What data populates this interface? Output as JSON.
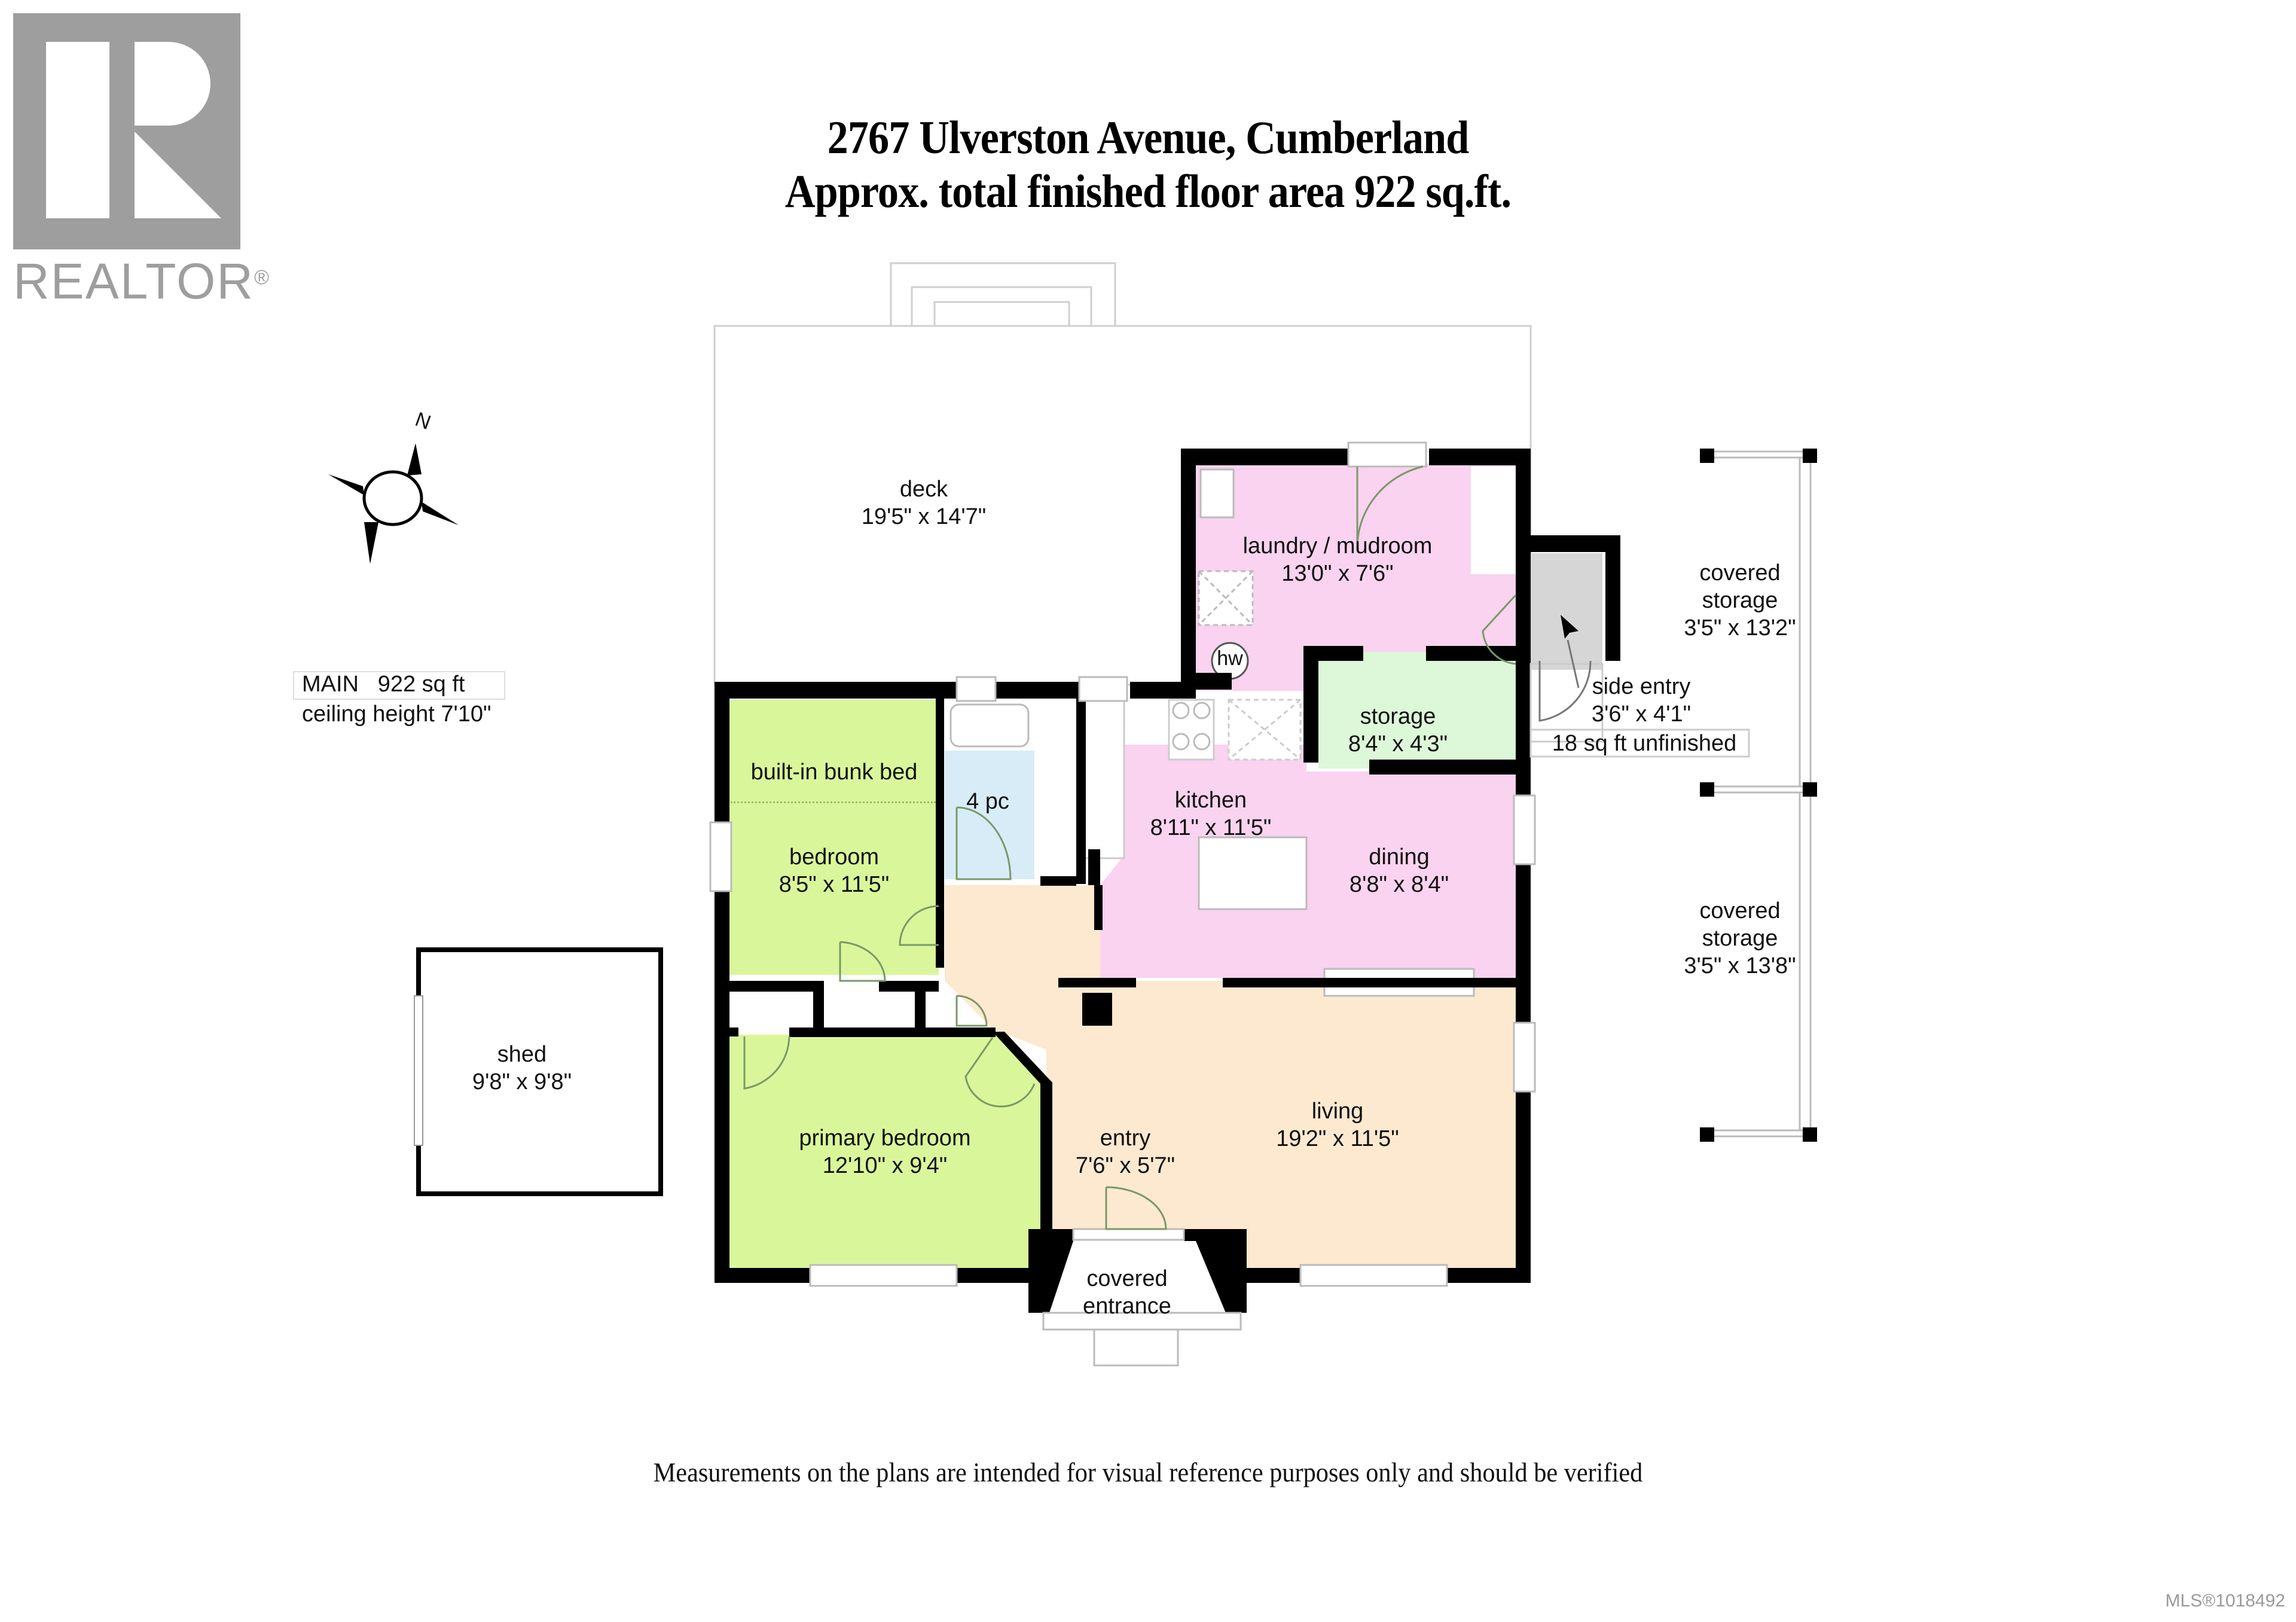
{
  "logo": {
    "icon": "realtor-r-logo-icon",
    "wordmark": "REALTOR",
    "registered_mark": "®",
    "color": "#9e9e9e"
  },
  "header": {
    "address": "2767 Ulverston Avenue, Cumberland",
    "area_line": "Approx. total finished floor area 922 sq.ft."
  },
  "compass": {
    "icon": "north-compass-icon",
    "north_label": "N"
  },
  "floor_summary": {
    "level_label": "MAIN",
    "area": "922 sq ft",
    "ceiling_height": "ceiling height 7'10\""
  },
  "rooms": [
    {
      "id": "deck",
      "name": "deck",
      "size": "19'5\" x 14'7\"",
      "color": "#ffffff"
    },
    {
      "id": "laundry",
      "name": "laundry /  mudroom",
      "size": "13'0\" x 7'6\"",
      "color": "#f9d3ef"
    },
    {
      "id": "storage",
      "name": "storage",
      "size": "8'4\" x 4'3\"",
      "color": "#ddf8d8"
    },
    {
      "id": "side-entry",
      "name": "side entry",
      "size": "3'6\" x 4'1\"",
      "color": "#d6d6d6",
      "note": "18 sq ft unfinished"
    },
    {
      "id": "bedroom",
      "name": "bedroom",
      "size": "8'5\" x 11'5\"",
      "color": "#d9f79a",
      "extra_label": "built-in bunk bed"
    },
    {
      "id": "bath",
      "name": "4 pc",
      "size": "",
      "color": "#d8ecf8"
    },
    {
      "id": "kitchen",
      "name": "kitchen",
      "size": "8'11\" x 11'5\"",
      "color": "#f9d3ef"
    },
    {
      "id": "dining",
      "name": "dining",
      "size": "8'8\" x 8'4\"",
      "color": "#f9d3ef"
    },
    {
      "id": "primary-bedroom",
      "name": "primary bedroom",
      "size": "12'10\" x 9'4\"",
      "color": "#d9f79a"
    },
    {
      "id": "entry",
      "name": "entry",
      "size": "7'6\" x 5'7\"",
      "color": "#fde9cf"
    },
    {
      "id": "living",
      "name": "living",
      "size": "19'2\" x 11'5\"",
      "color": "#fde9cf"
    },
    {
      "id": "covered-entrance",
      "name": "covered\nentrance",
      "size": "",
      "color": "#ffffff"
    },
    {
      "id": "covered-storage-1",
      "name": "covered\nstorage",
      "size": "3'5\" x 13'2\"",
      "color": "#ffffff"
    },
    {
      "id": "covered-storage-2",
      "name": "covered\nstorage",
      "size": "3'5\" x 13'8\"",
      "color": "#ffffff"
    },
    {
      "id": "shed",
      "name": "shed",
      "size": "9'8\" x 9'8\"",
      "color": "#ffffff"
    }
  ],
  "fixtures": {
    "water_heater": "hw"
  },
  "colors": {
    "wall": "#000000",
    "outline": "#bdbdbd",
    "door_arc": "#6b8f52"
  },
  "footer": {
    "disclaimer": "Measurements on the plans are intended for visual reference purposes only and should be verified",
    "mls": "MLS®1018492"
  }
}
